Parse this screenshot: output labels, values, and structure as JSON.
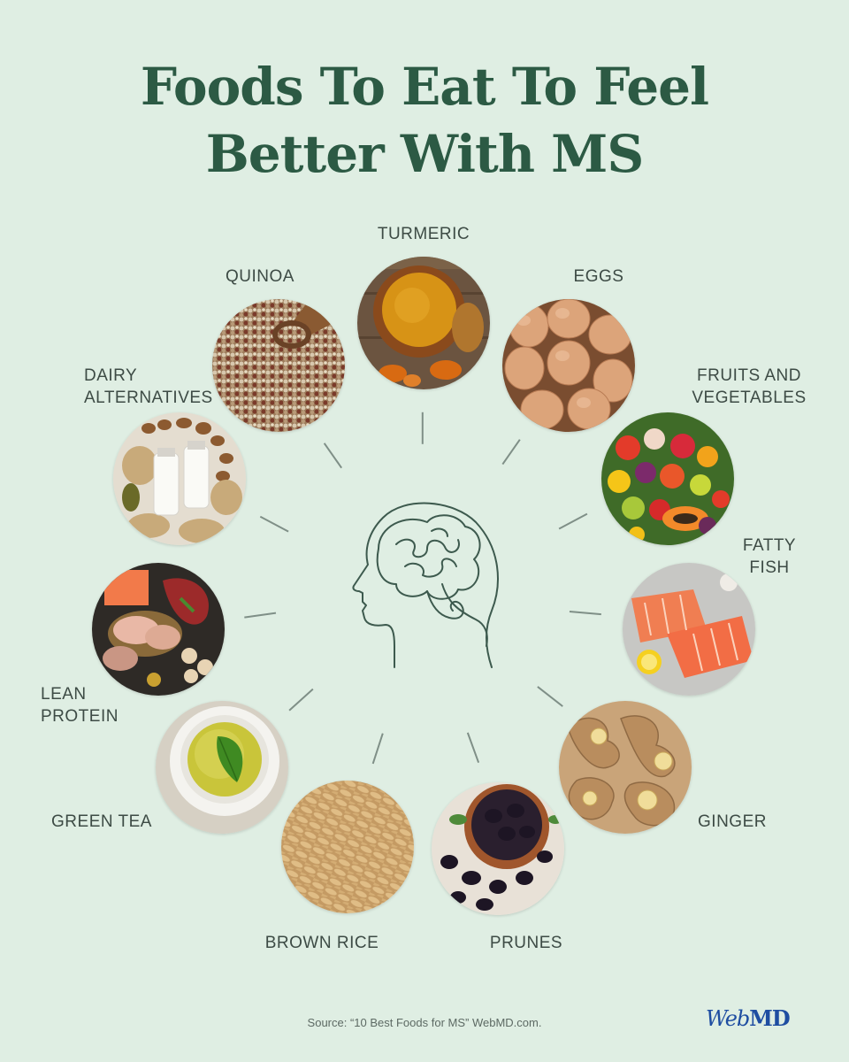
{
  "title": {
    "line1": "Foods To Eat To Feel",
    "line2": "Better With MS"
  },
  "foods": {
    "turmeric": "TURMERIC",
    "eggs": "EGGS",
    "fruits": [
      "FRUITS AND",
      "VEGETABLES"
    ],
    "fatty_fish": [
      "FATTY",
      "FISH"
    ],
    "ginger": "GINGER",
    "prunes": "PRUNES",
    "brown_rice": "BROWN RICE",
    "green_tea": "GREEN TEA",
    "lean_protein": [
      "LEAN",
      "PROTEIN"
    ],
    "dairy": [
      "DAIRY",
      "ALTERNATIVES"
    ],
    "quinoa": "QUINOA"
  },
  "source": "Source: “10 Best Foods for MS” WebMD.com.",
  "logo": {
    "web": "Web",
    "md": "MD"
  },
  "colors": {
    "background": "#dfeee3",
    "title": "#2c5a44",
    "brain_line": "#3d5a4e"
  },
  "icons": [
    "head-brain-icon",
    "webmd-logo"
  ]
}
